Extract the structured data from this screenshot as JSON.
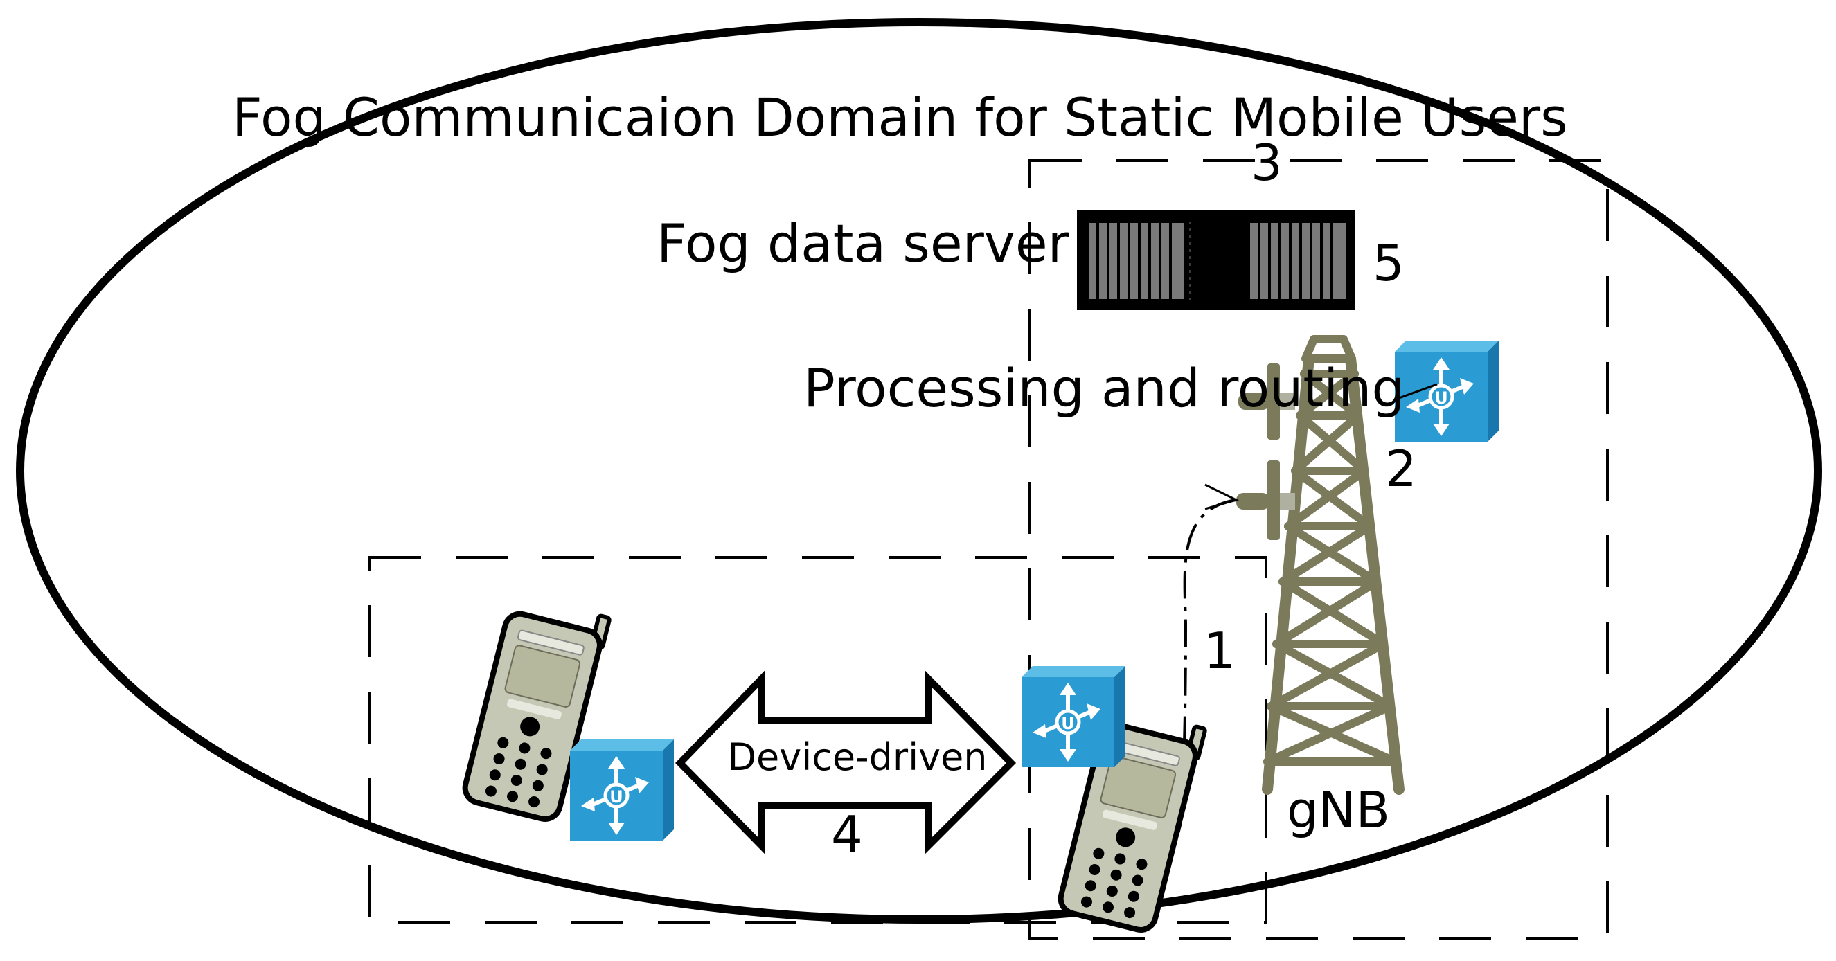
{
  "diagram": {
    "domain_title": "Fog Communicaion Domain for Static Mobile Users",
    "server_label": "Fog data server",
    "processing_label": "Processing and routing",
    "tower_label": "gNB",
    "arrow_label": "Device-driven",
    "markers": {
      "m1": "1",
      "m2": "2",
      "m3": "3",
      "m4": "4",
      "m5": "5"
    }
  },
  "colors": {
    "outline": "#000000",
    "tower": "#7b7b5c",
    "router_front": "#2b9bd3",
    "router_top": "#5cbde6",
    "router_side": "#1877ad",
    "phone_body": "#c6c8b6",
    "phone_screen": "#b6b89e",
    "server_body": "#000000",
    "server_bays": "#7a7a7a"
  },
  "icons": [
    "router-icon",
    "mobile-phone-icon",
    "server-icon",
    "cell-tower-icon"
  ]
}
